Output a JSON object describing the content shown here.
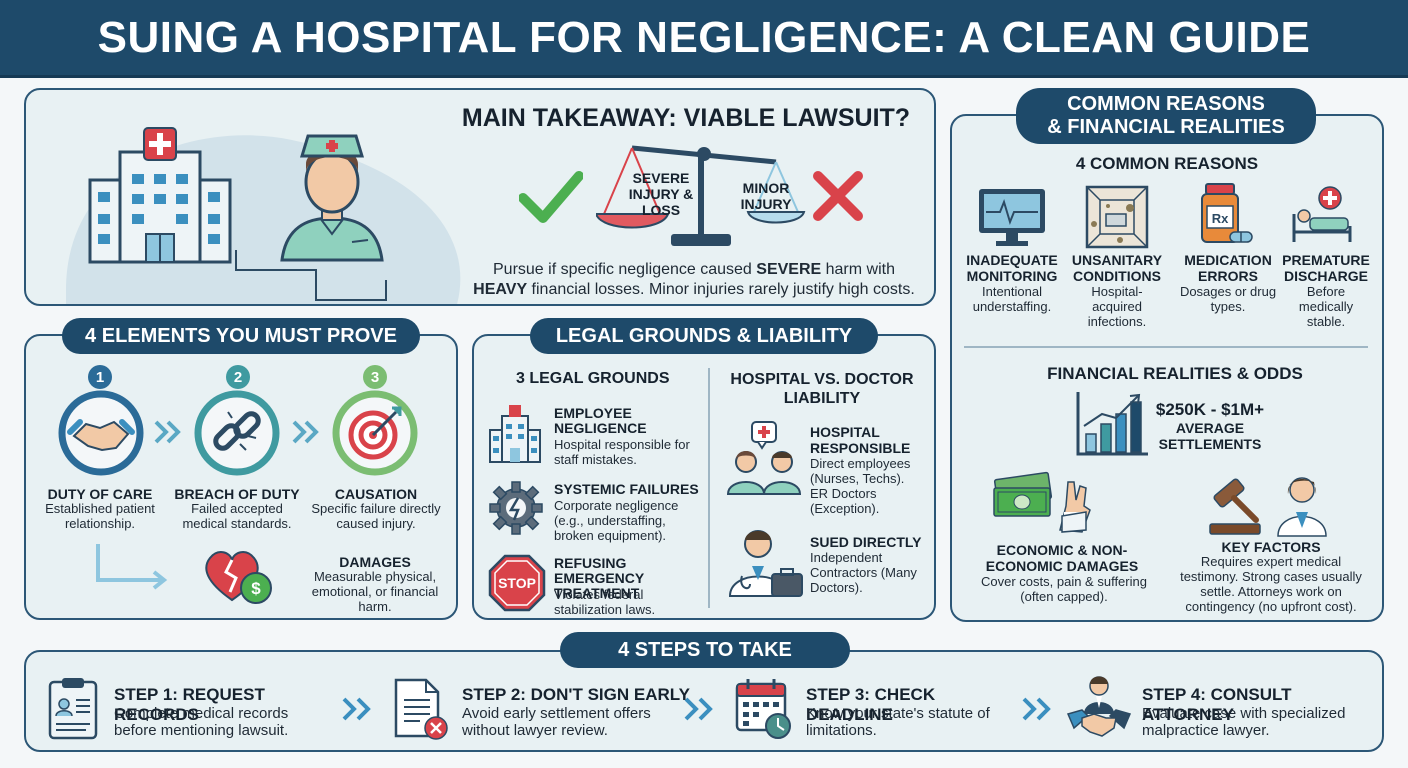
{
  "title": "SUING A HOSPITAL FOR NEGLIGENCE: A CLEAN GUIDE",
  "takeaway": {
    "heading": "MAIN TAKEAWAY: VIABLE LAWSUIT?",
    "severe_label": "SEVERE INJURY & LOSS",
    "minor_label": "MINOR INJURY",
    "text_a": "Pursue if specific negligence caused ",
    "text_b": "SEVERE",
    "text_c": " harm with",
    "text_d": "HEAVY",
    "text_e": " financial losses. Minor injuries rarely justify high costs."
  },
  "elements": {
    "heading": "4 ELEMENTS YOU MUST PROVE",
    "items": [
      {
        "num": "1",
        "title": "DUTY OF CARE",
        "desc": "Established patient relationship.",
        "icon": "handshake-icon"
      },
      {
        "num": "2",
        "title": "BREACH OF DUTY",
        "desc": "Failed accepted medical standards.",
        "icon": "broken-chain-icon"
      },
      {
        "num": "3",
        "title": "CAUSATION",
        "desc": "Specific failure directly caused injury.",
        "icon": "target-icon"
      }
    ],
    "damages": {
      "title": "DAMAGES",
      "desc": "Measurable physical, emotional, or financial harm.",
      "icon": "broken-heart-money-icon"
    }
  },
  "legal": {
    "heading": "LEGAL GROUNDS & LIABILITY",
    "grounds_heading": "3 LEGAL GROUNDS",
    "grounds": [
      {
        "title": "EMPLOYEE NEGLIGENCE",
        "desc": "Hospital responsible for staff mistakes.",
        "icon": "hospital-icon"
      },
      {
        "title": "SYSTEMIC FAILURES",
        "desc": "Corporate negligence (e.g., understaffing, broken equipment).",
        "icon": "gear-icon"
      },
      {
        "title": "REFUSING EMERGENCY TREATMENT",
        "desc": "Violates federal stabilization laws.",
        "icon": "stop-sign-icon",
        "stop": "STOP"
      }
    ],
    "liability_heading": "HOSPITAL VS. DOCTOR LIABILITY",
    "liability": [
      {
        "title": "HOSPITAL RESPONSIBLE",
        "desc": "Direct employees (Nurses, Techs). ER Doctors (Exception).",
        "icon": "staff-icon"
      },
      {
        "title": "SUED DIRECTLY",
        "desc": "Independent Contractors (Many Doctors).",
        "icon": "doctor-briefcase-icon"
      }
    ]
  },
  "reasons": {
    "heading_1": "COMMON REASONS",
    "heading_2": "& FINANCIAL REALITIES",
    "sub": "4 COMMON REASONS",
    "items": [
      {
        "title": "INADEQUATE MONITORING",
        "desc": "Intentional understaffing.",
        "icon": "monitor-icon"
      },
      {
        "title": "UNSANITARY CONDITIONS",
        "desc": "Hospital-acquired infections.",
        "icon": "dirty-room-icon"
      },
      {
        "title": "MEDICATION ERRORS",
        "desc": "Dosages or drug types.",
        "icon": "pill-bottle-icon"
      },
      {
        "title": "PREMATURE DISCHARGE",
        "desc": "Before medically stable.",
        "icon": "hospital-bed-icon"
      }
    ],
    "fin_heading": "FINANCIAL REALITIES & ODDS",
    "settlement_1": "$250K - $1M+",
    "settlement_2": "AVERAGE SETTLEMENTS",
    "economic": {
      "title": "ECONOMIC & NON-ECONOMIC DAMAGES",
      "desc": "Cover costs, pain & suffering (often capped)."
    },
    "factors": {
      "title": "KEY FACTORS",
      "desc": "Requires expert medical testimony. Strong cases usually settle. Attorneys work on contingency (no upfront cost)."
    }
  },
  "steps": {
    "heading": "4 STEPS TO TAKE",
    "items": [
      {
        "title": "STEP 1: REQUEST RECORDS",
        "desc": "Complete medical records before mentioning lawsuit.",
        "icon": "clipboard-icon"
      },
      {
        "title": "STEP 2: DON'T SIGN EARLY",
        "desc": "Avoid early settlement offers without lawyer review.",
        "icon": "document-reject-icon"
      },
      {
        "title": "STEP 3: CHECK DEADLINE",
        "desc": "Know your state's statute of limitations.",
        "icon": "calendar-clock-icon"
      },
      {
        "title": "STEP 4: CONSULT ATTORNEY",
        "desc": "Evaluate case with specialized malpractice lawyer.",
        "icon": "attorney-handshake-icon"
      }
    ]
  },
  "colors": {
    "navy": "#1e4a6a",
    "teal": "#3f9aa0",
    "green": "#4caf50",
    "red": "#d9434a"
  }
}
